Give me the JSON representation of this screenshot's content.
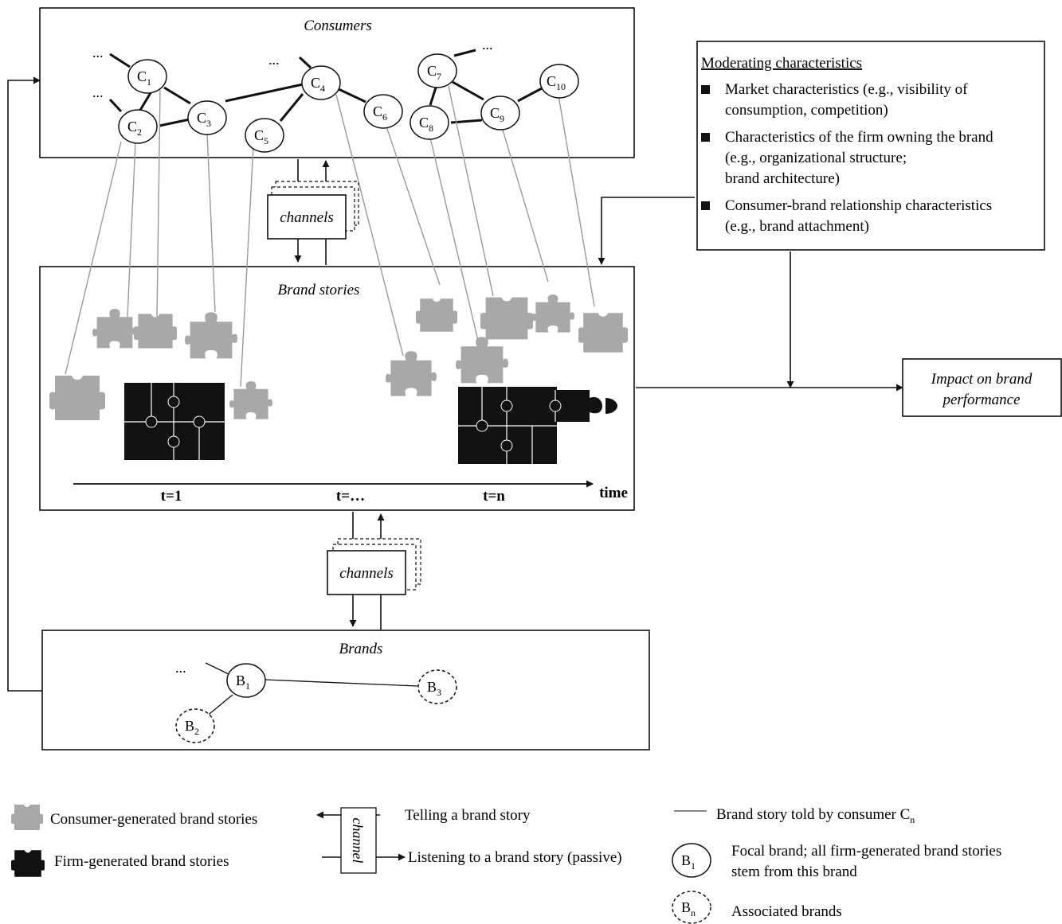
{
  "consumers_box": {
    "title": "Consumers"
  },
  "brand_stories_box": {
    "title": "Brand stories"
  },
  "brands_box": {
    "title": "Brands"
  },
  "channels": {
    "label": "channels"
  },
  "consumer_nodes": [
    {
      "base": "C",
      "sub": "1"
    },
    {
      "base": "C",
      "sub": "2"
    },
    {
      "base": "C",
      "sub": "3"
    },
    {
      "base": "C",
      "sub": "4"
    },
    {
      "base": "C",
      "sub": "5"
    },
    {
      "base": "C",
      "sub": "6"
    },
    {
      "base": "C",
      "sub": "7"
    },
    {
      "base": "C",
      "sub": "8"
    },
    {
      "base": "C",
      "sub": "9"
    },
    {
      "base": "C",
      "sub": "10"
    }
  ],
  "brand_nodes": [
    {
      "base": "B",
      "sub": "1"
    },
    {
      "base": "B",
      "sub": "2"
    },
    {
      "base": "B",
      "sub": "3"
    }
  ],
  "ellipsis": "...",
  "timeline": {
    "labels": [
      "t=1",
      "t=…",
      "t=n"
    ],
    "axis": "time"
  },
  "moderating": {
    "title": "Moderating characteristics",
    "items": [
      [
        "Market characteristics (e.g., visibility of",
        "consumption, competition)"
      ],
      [
        "Characteristics of the firm owning the brand",
        "(e.g., organizational structure;",
        "brand architecture)"
      ],
      [
        "Consumer-brand relationship characteristics",
        "(e.g., brand attachment)"
      ]
    ]
  },
  "impact": {
    "lines": [
      "Impact on brand",
      "performance"
    ]
  },
  "legend": {
    "consumer_stories": "Consumer-generated brand stories",
    "firm_stories": "Firm-generated brand stories",
    "channel_word": "channel",
    "telling": "Telling a brand story",
    "listening": "Listening to a brand story (passive)",
    "story_line_text": "Brand story told by consumer C",
    "story_line_sub": "n",
    "focal_node": {
      "base": "B",
      "sub": "1"
    },
    "focal_lines": [
      "Focal brand; all firm-generated brand stories",
      "stem from this brand"
    ],
    "assoc_node": {
      "base": "B",
      "sub": "n"
    },
    "assoc_text": "Associated brands"
  },
  "colors": {
    "consumer_piece": "#a8a8a8",
    "firm_piece": "#111111",
    "link_gray": "#9a9a9a",
    "line": "#111111"
  }
}
